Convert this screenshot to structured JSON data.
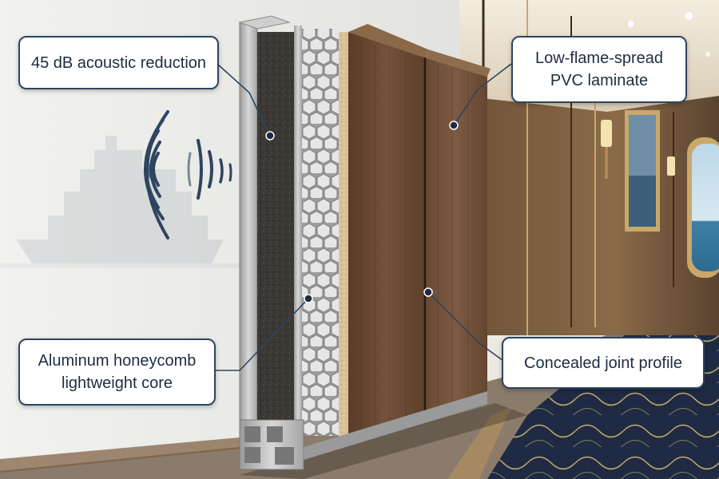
{
  "image": {
    "subject": "ship-interior-wall-panel-cutaway",
    "colors": {
      "accent_navy": "#2e4560",
      "wood": "#6b4a34",
      "aluminum": "#b9b9b9",
      "mineral_wool": "#3a3632",
      "background_wall": "#ecebe8"
    },
    "icons": [
      "sound-wave-icon",
      "cruise-ship-watermark"
    ]
  },
  "callouts": {
    "acoustic": {
      "line1": "45 dB acoustic reduction"
    },
    "laminate": {
      "line1": "Low-flame-spread",
      "line2": "PVC laminate"
    },
    "core": {
      "line1": "Aluminum honeycomb",
      "line2": "lightweight core"
    },
    "joint": {
      "line1": "Concealed joint profile"
    }
  }
}
